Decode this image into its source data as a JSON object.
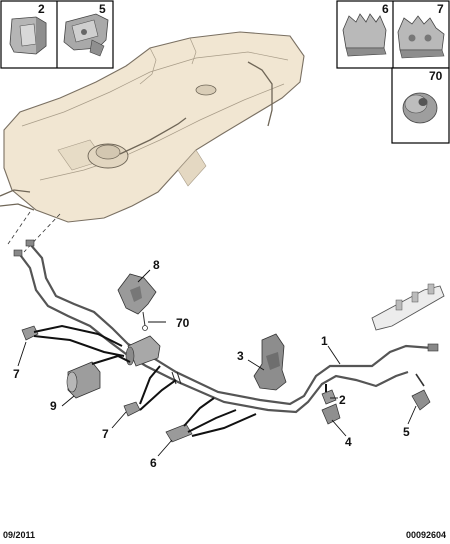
{
  "callouts": {
    "inset_2": "2",
    "inset_5": "5",
    "inset_6": "6",
    "inset_7": "7",
    "inset_70": "70",
    "main_8": "8",
    "main_70": "70",
    "main_3": "3",
    "main_1": "1",
    "main_7_top": "7",
    "main_9": "9",
    "main_7_bottom": "7",
    "main_6": "6",
    "main_2": "2",
    "main_4": "4",
    "main_5": "5"
  },
  "footer": {
    "date": "09/2011",
    "reference": "00092604"
  },
  "colors": {
    "tank_fill": "#f1e6d2",
    "tank_outline": "#7a7062",
    "part_gray": "#9a9a9a",
    "line_dark": "#222222"
  }
}
